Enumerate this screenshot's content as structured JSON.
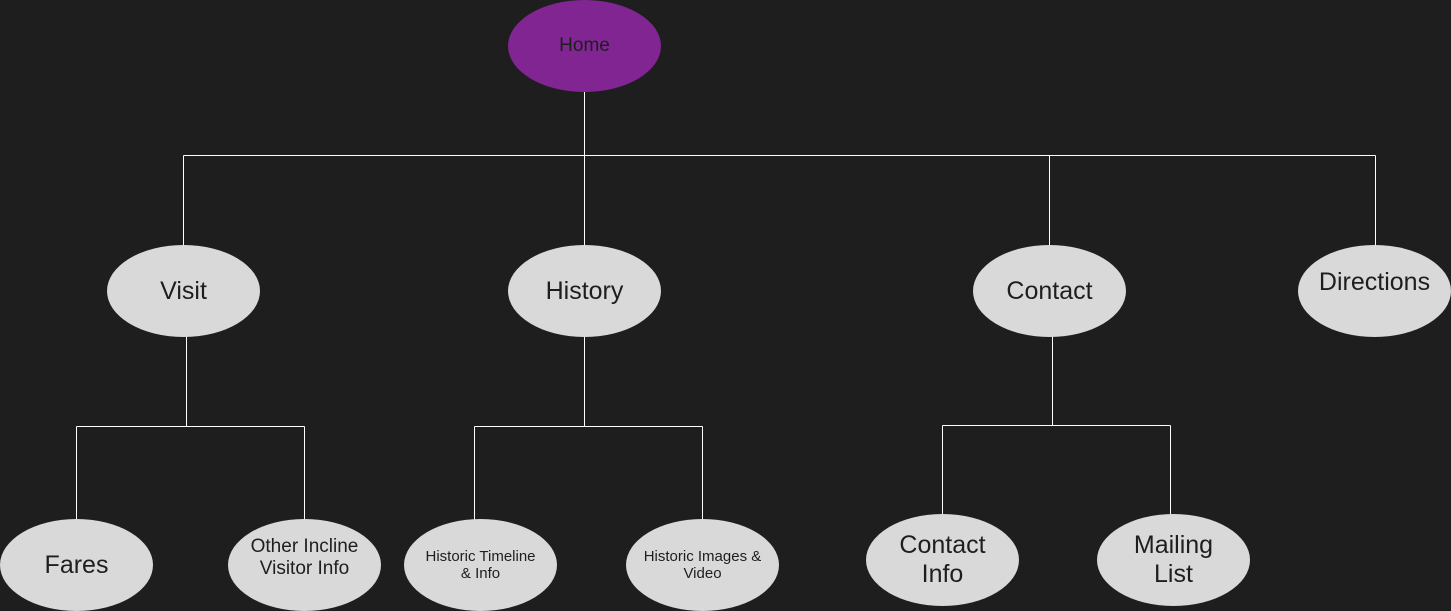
{
  "diagram": {
    "root": {
      "label": "Home"
    },
    "level1": {
      "visit": {
        "label": "Visit"
      },
      "history": {
        "label": "History"
      },
      "contact": {
        "label": "Contact"
      },
      "directions": {
        "label": "Directions"
      }
    },
    "level2": {
      "fares": {
        "label": "Fares"
      },
      "other_visitor_info": {
        "label": "Other Incline\nVisitor Info"
      },
      "historic_timeline": {
        "label": "Historic Timeline\n& Info"
      },
      "historic_images": {
        "label": "Historic Images &\nVideo"
      },
      "contact_info": {
        "label": "Contact\nInfo"
      },
      "mailing_list": {
        "label": "Mailing\nList"
      }
    },
    "colors": {
      "background": "#1e1e1e",
      "root_fill": "#812593",
      "node_fill": "#d9d9d9",
      "connector": "#ffffff",
      "text": "#1e1e1e"
    }
  }
}
